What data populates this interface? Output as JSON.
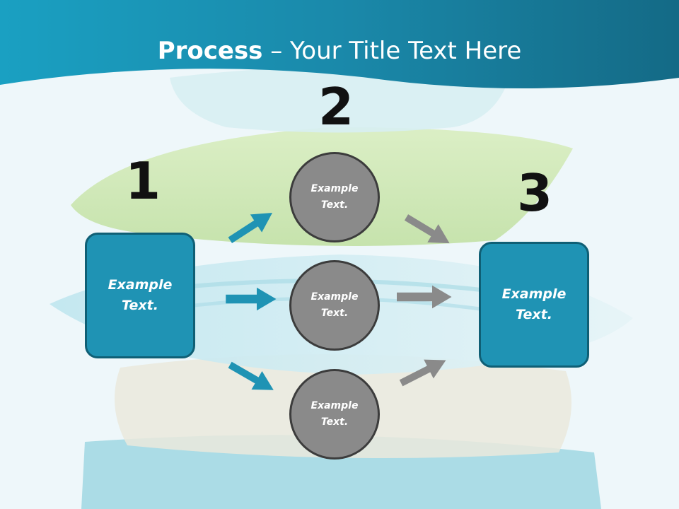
{
  "slide": {
    "title_bold": "Process",
    "title_rest": " – Your Title Text Here",
    "step_numbers": [
      "1",
      "2",
      "3"
    ],
    "left_box": "Example Text.",
    "right_box": "Example Text.",
    "circles": [
      "Example Text.",
      "Example Text.",
      "Example Text."
    ]
  },
  "colors": {
    "header": "#1a7f9e",
    "box_fill": "#1f93b4",
    "box_border": "#0f5f75",
    "circle_fill": "#8a8a8a",
    "arrow_blue": "#1f93b4",
    "arrow_gray": "#8a8a8a"
  }
}
